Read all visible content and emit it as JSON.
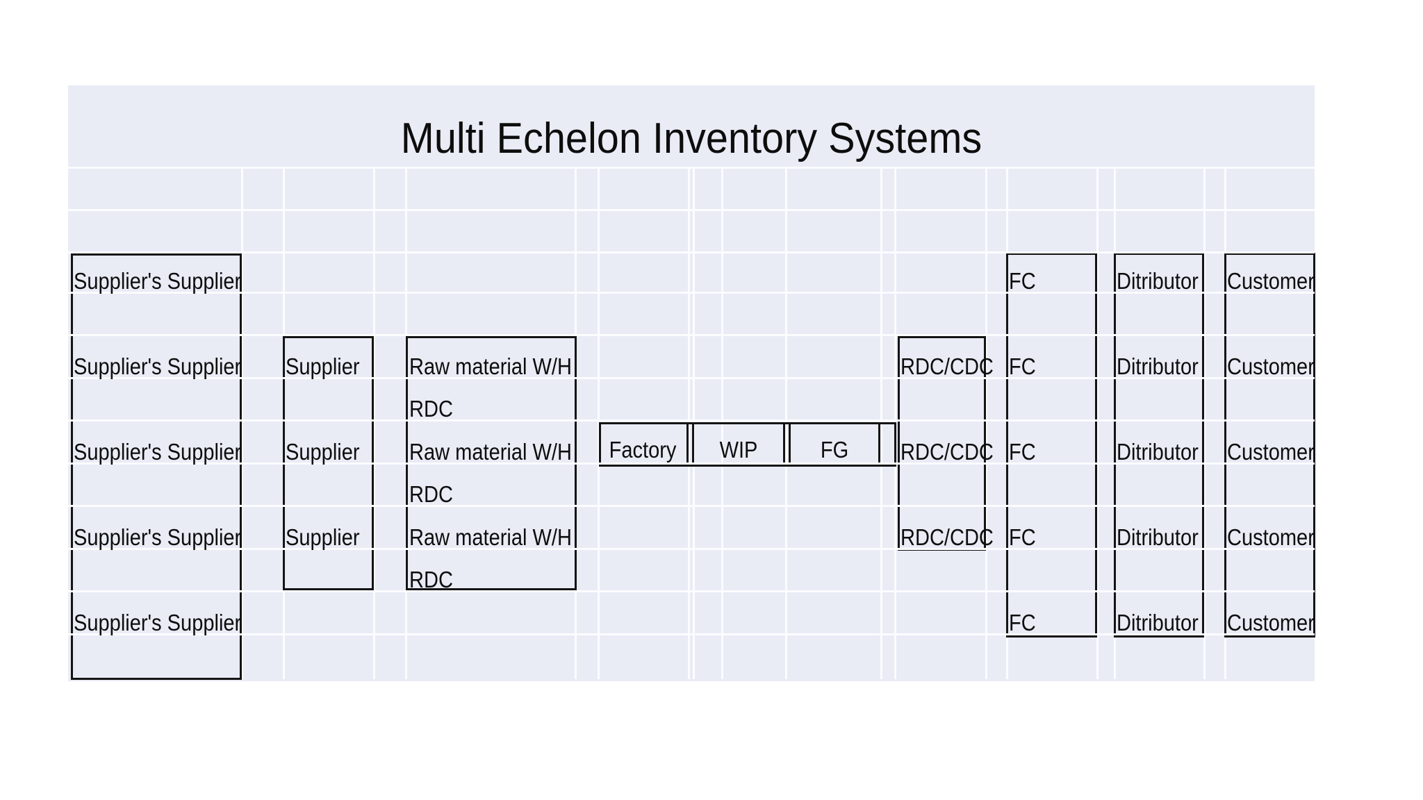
{
  "title": "Multi Echelon Inventory Systems",
  "colors": {
    "panel_background": "#e9ecf5",
    "grid_line": "#fbfcfe",
    "box_border": "#141414",
    "text": "#0d0d0d",
    "page_background": "#ffffff"
  },
  "diagram": {
    "suppliers_supplier": {
      "labels": [
        "Supplier's Supplier",
        "Supplier's Supplier",
        "Supplier's Supplier",
        "Supplier's Supplier",
        "Supplier's Supplier"
      ]
    },
    "supplier": {
      "labels": [
        "Supplier",
        "Supplier",
        "Supplier"
      ]
    },
    "raw_material_warehouse": {
      "labels": [
        "Raw material W/H",
        "RDC",
        "Raw material W/H",
        "RDC",
        "Raw material W/H",
        "RDC"
      ]
    },
    "factory_chain": {
      "labels": [
        "Factory",
        "WIP",
        "FG"
      ]
    },
    "rdc_cdc": {
      "labels": [
        "RDC/CDC",
        "RDC/CDC",
        "RDC/CDC"
      ]
    },
    "fc": {
      "labels": [
        "FC",
        "FC",
        "FC",
        "FC",
        "FC"
      ]
    },
    "distributor": {
      "labels": [
        "Ditributor",
        "Ditributor",
        "Ditributor",
        "Ditributor",
        "Ditributor"
      ]
    },
    "customer": {
      "labels": [
        "Customer",
        "Customer",
        "Customer",
        "Customer",
        "Customer"
      ]
    }
  }
}
